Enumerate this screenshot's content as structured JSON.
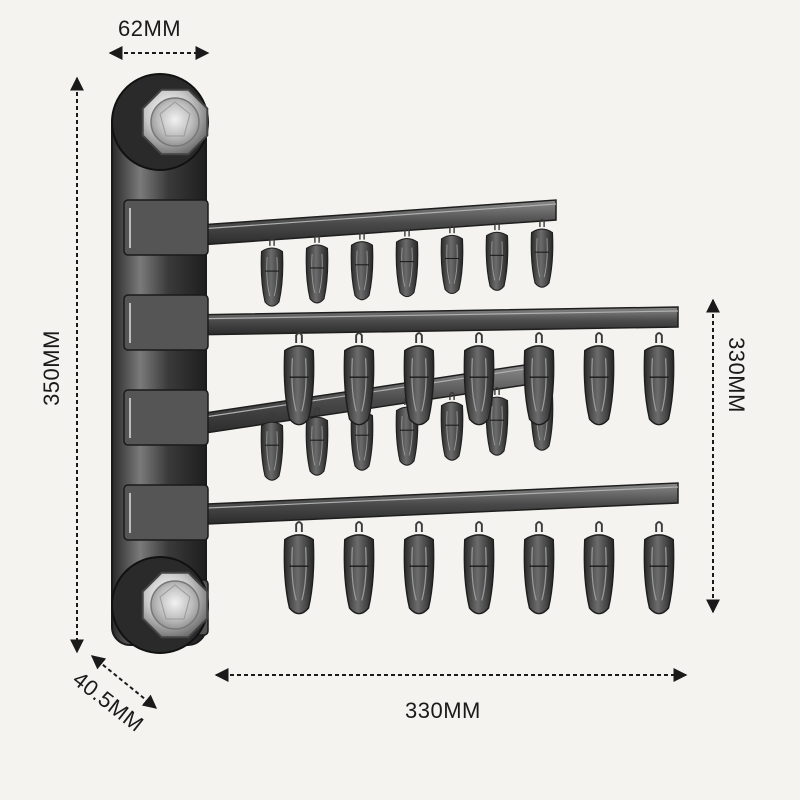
{
  "dimensions": {
    "top_width": "62MM",
    "total_height": "350MM",
    "arm_height": "330MM",
    "arm_length": "330MM",
    "depth": "40.5MM"
  },
  "product": {
    "arm_count": 4,
    "clips_per_arm": 7
  },
  "colors": {
    "background": "#f4f3ef",
    "dimension_line": "#1a1a1a",
    "rack_body": "#4a4a4a",
    "rack_dark": "#2a2a2a",
    "chrome": "#c9c9c9"
  }
}
